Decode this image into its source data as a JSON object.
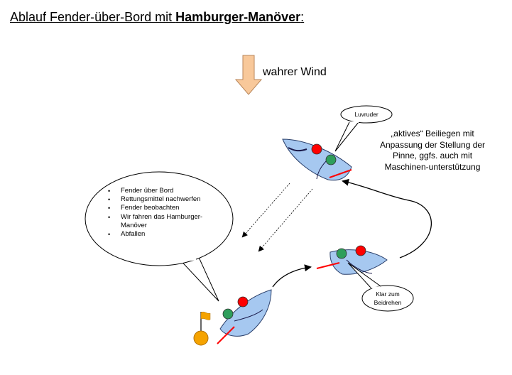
{
  "title": {
    "prefix": "Ablauf Fender-über-Bord mit ",
    "bold": "Hamburger-Manöver",
    "suffix": ":"
  },
  "wind_label": "wahrer Wind",
  "callout_luvruder": "Luvruder",
  "note_lines": [
    "„aktives“ Beiliegen mit",
    "Anpassung der Stellung der",
    "Pinne, ggfs. auch mit",
    "Maschinen-unterstützung"
  ],
  "bullets": [
    "Fender über Bord",
    "Rettungsmittel nachwerfen",
    "Fender beobachten",
    "Wir fahren das Hamburger-Manöver",
    "Abfallen"
  ],
  "callout_beidrehen": [
    "Klar zum",
    "Beidrehen"
  ],
  "colors": {
    "hull": "#a6c8f0",
    "hull_stroke": "#2a3f6a",
    "port_light": "#ff0000",
    "starboard_light": "#2e9e5b",
    "rudder": "#ff0000",
    "wind_arrow": "#f8c89a",
    "wind_arrow_stroke": "#b8865a",
    "fender": "#f5a300",
    "flag": "#f5a300"
  }
}
